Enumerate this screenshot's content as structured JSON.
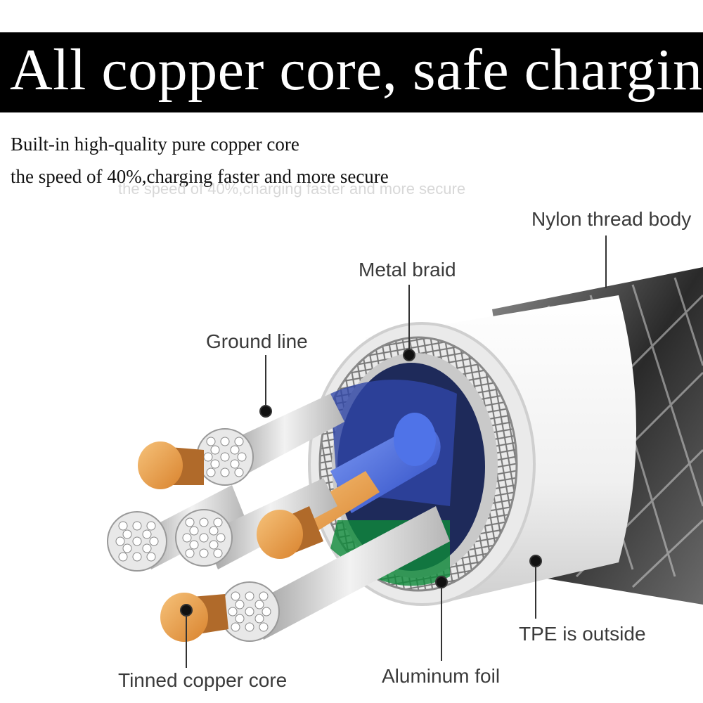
{
  "banner": {
    "title": "All copper core, safe charging"
  },
  "subtitle": {
    "line1": "Built-in high-quality pure copper core",
    "line2": "the speed of 40%,charging faster and more secure",
    "reflection": "the speed of 40%,charging faster and more secure"
  },
  "callouts": {
    "nylon": "Nylon thread body",
    "metal_braid": "Metal braid",
    "ground_line": "Ground line",
    "tpe": "TPE is outside",
    "aluminum_foil": "Aluminum foil",
    "tinned_copper": "Tinned copper core"
  },
  "colors": {
    "banner_bg": "#000000",
    "copper": "#e9a24c",
    "blue_insulation": "#3f63d8",
    "tpe_jacket": "#f4f4f4",
    "nylon_braid": "#3b3b3b"
  }
}
